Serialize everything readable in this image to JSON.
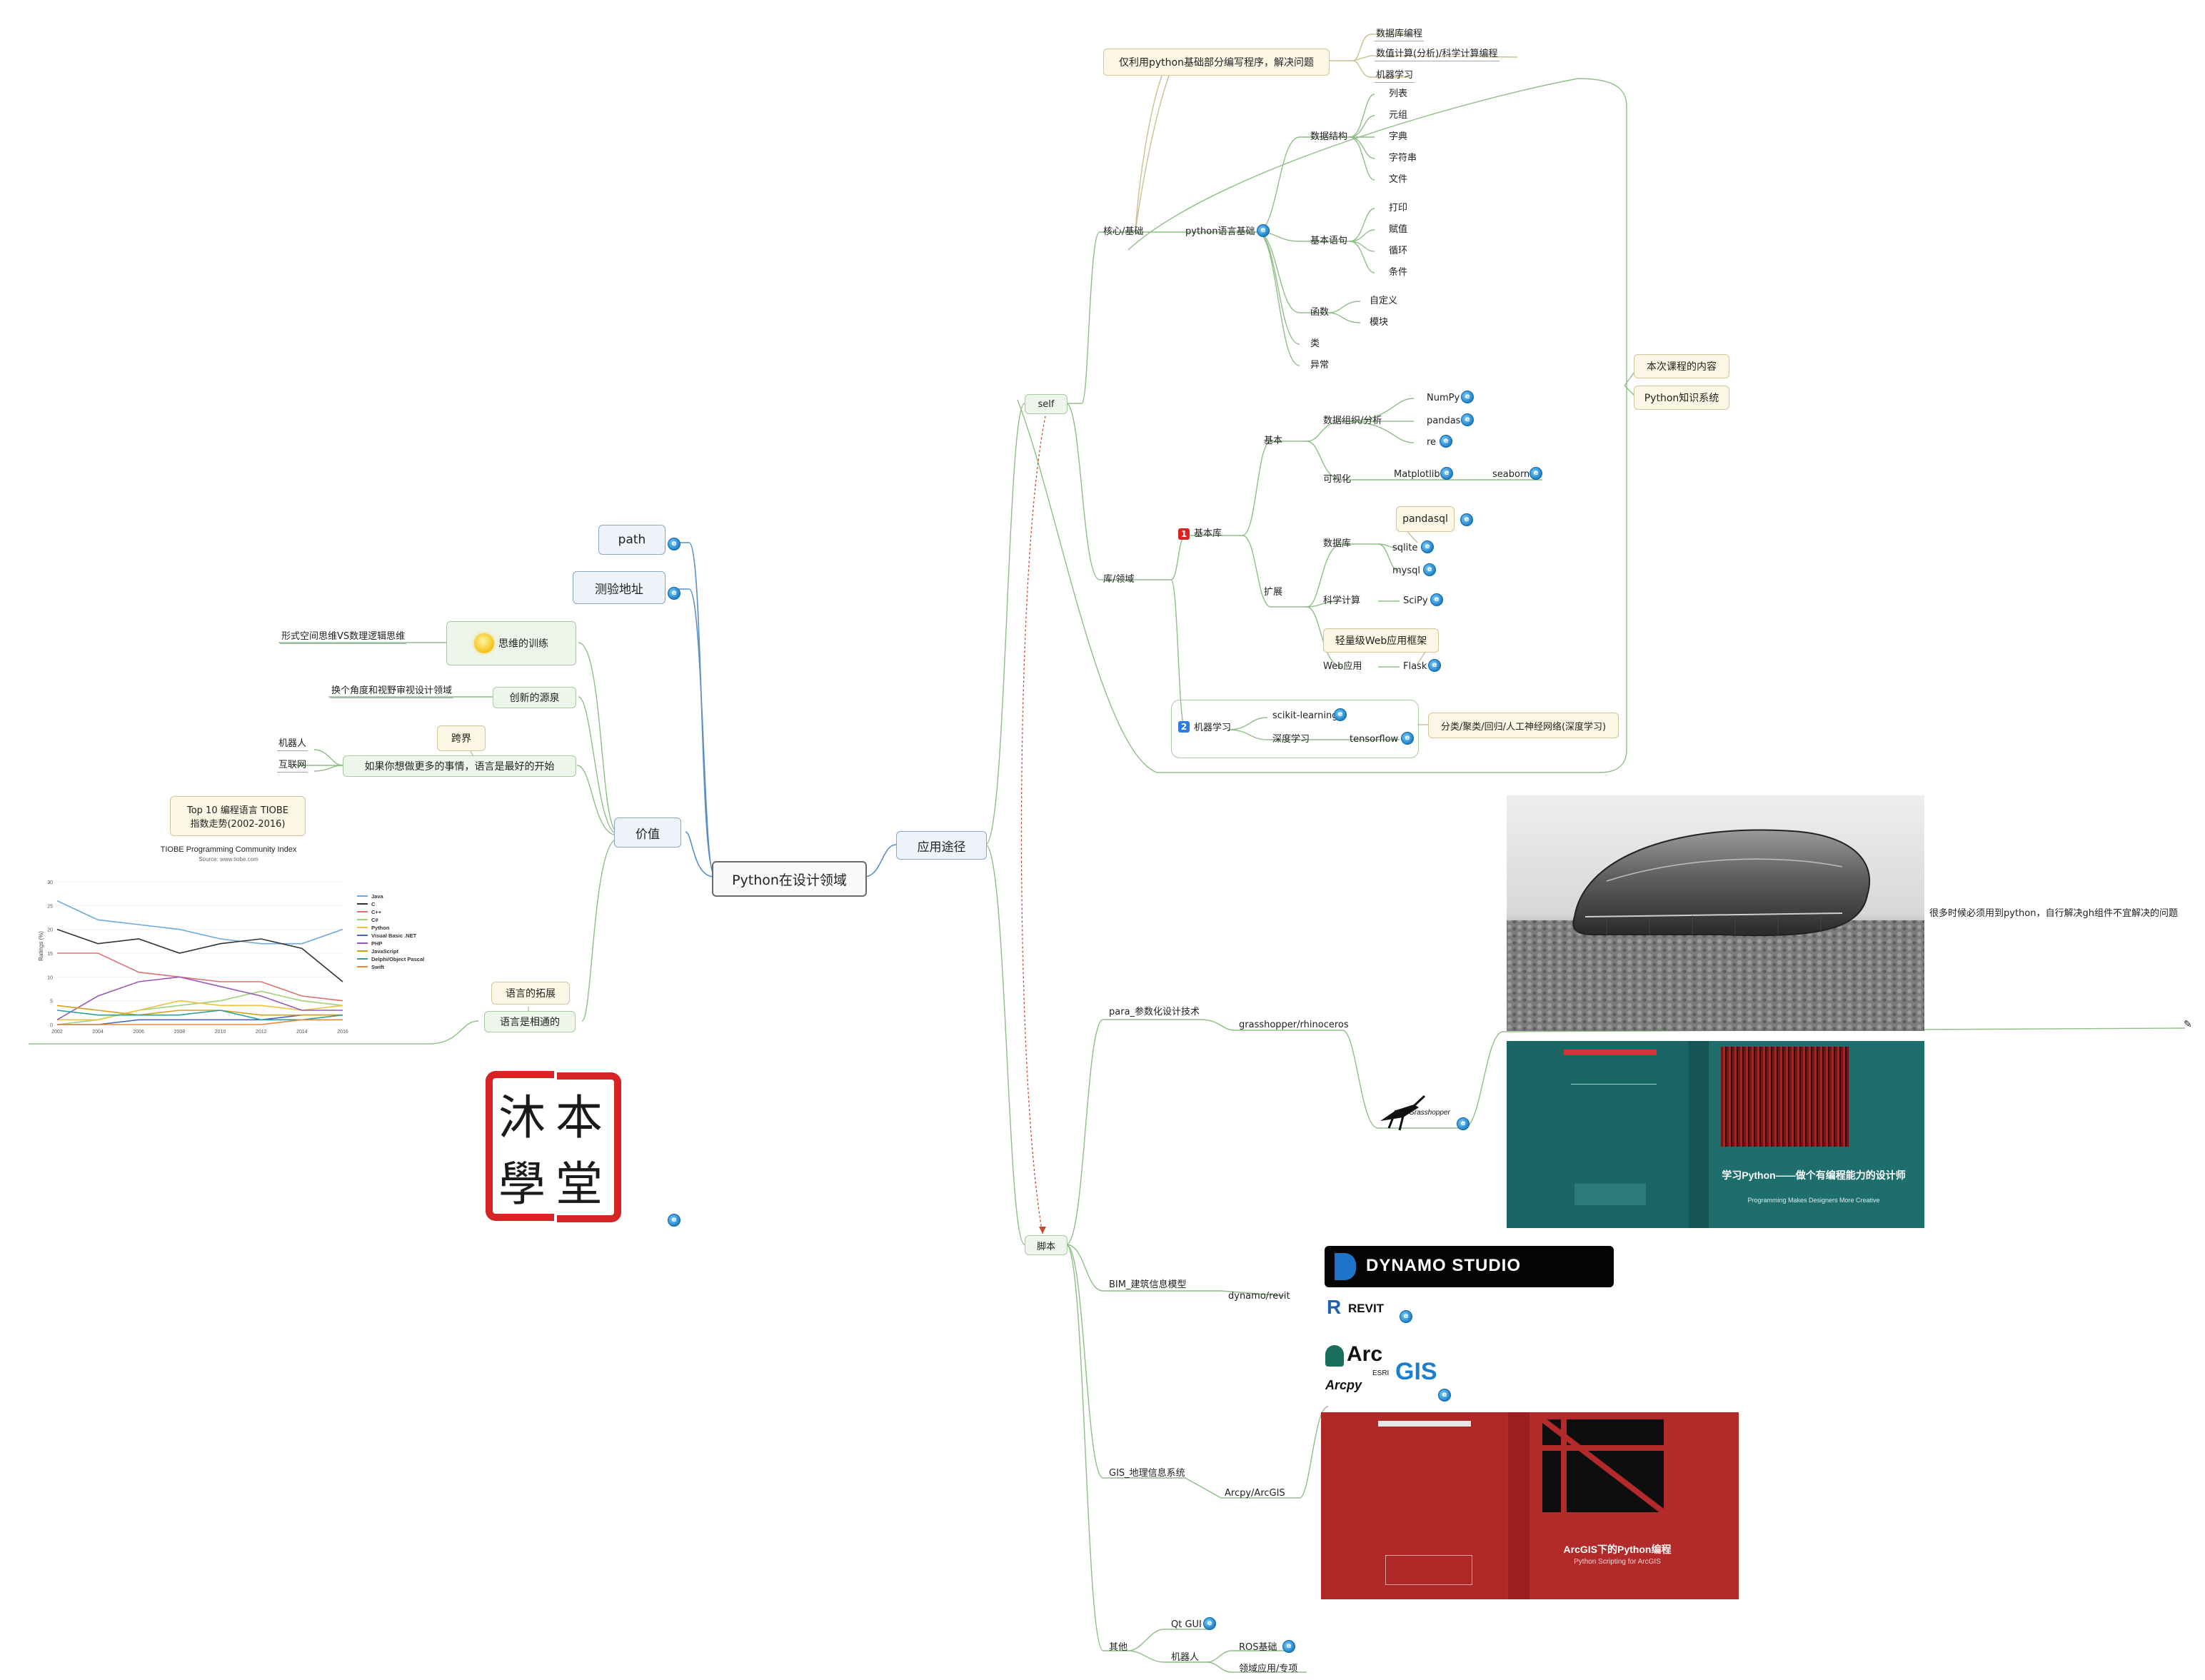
{
  "central": "Python在设计领域",
  "left": {
    "path": "path",
    "test_url": "测验地址",
    "value": "价值",
    "thinking_training": "思维的训练",
    "thinking_note": "形式空间思维VS数理逻辑思维",
    "innovation_source": "创新的源泉",
    "innovation_note": "换个角度和视野审视设计领域",
    "cross_domain": "跨界",
    "more_things": "如果你想做更多的事情，语言是最好的开始",
    "robot": "机器人",
    "internet": "互联网",
    "top10_note_line1": "Top 10 编程语言 TIOBE",
    "top10_note_line2": "指数走势(2002-2016)",
    "language_extension": "语言的拓展",
    "language_connected": "语言是相通的",
    "seal_chars": [
      "沐",
      "本",
      "學",
      "堂"
    ]
  },
  "chart_data": {
    "type": "line",
    "title": "TIOBE Programming Community Index",
    "subtitle": "Source: www.tiobe.com",
    "ylabel": "Ratings (%)",
    "x": [
      2002,
      2004,
      2006,
      2008,
      2010,
      2012,
      2014,
      2016
    ],
    "ylim": [
      0,
      30
    ],
    "yticks": [
      0,
      5,
      10,
      15,
      20,
      25,
      30
    ],
    "series": [
      {
        "name": "Java",
        "color": "#6fa8dc",
        "values": [
          26,
          22,
          21,
          20,
          18,
          17,
          17,
          20
        ]
      },
      {
        "name": "C",
        "color": "#333333",
        "values": [
          20,
          17,
          18,
          15,
          17,
          18,
          16,
          9
        ]
      },
      {
        "name": "C++",
        "color": "#e07070",
        "values": [
          15,
          15,
          11,
          10,
          9,
          9,
          6,
          5
        ]
      },
      {
        "name": "C#",
        "color": "#9fd37a",
        "values": [
          0,
          1,
          3,
          4,
          5,
          7,
          5,
          4
        ]
      },
      {
        "name": "Python",
        "color": "#f0c040",
        "values": [
          1,
          1,
          3,
          5,
          4,
          4,
          3,
          4
        ]
      },
      {
        "name": "Visual Basic .NET",
        "color": "#4a63c9",
        "values": [
          0,
          0,
          1,
          1,
          1,
          1,
          2,
          2
        ]
      },
      {
        "name": "PHP",
        "color": "#9b59b6",
        "values": [
          1,
          6,
          9,
          10,
          8,
          6,
          3,
          3
        ]
      },
      {
        "name": "JavaScript",
        "color": "#d4a017",
        "values": [
          4,
          3,
          2,
          3,
          3,
          2,
          2,
          2
        ]
      },
      {
        "name": "Delphi/Object Pascal",
        "color": "#2aa198",
        "values": [
          3,
          2,
          2,
          2,
          3,
          1,
          1,
          2
        ]
      },
      {
        "name": "Swift",
        "color": "#e98a3a",
        "values": [
          0,
          0,
          0,
          0,
          0,
          0,
          1,
          1
        ]
      }
    ]
  },
  "right": {
    "application": "应用途径",
    "self": "self",
    "scripts": "脚本",
    "core": "核心/基础",
    "only_basics_note": "仅利用python基础部分编写程序，解决问题",
    "db_programming": "数据库编程",
    "numeric": "数值计算(分析)/科学计算编程",
    "ml_top": "机器学习",
    "python_basics": "python语言基础",
    "data_structures": "数据结构",
    "ds_items": [
      "列表",
      "元组",
      "字典",
      "字符串",
      "文件"
    ],
    "basic_statements": "基本语句",
    "stmt_items": [
      "打印",
      "赋值",
      "循环",
      "条件"
    ],
    "functions": "函数",
    "fn_items": [
      "自定义",
      "模块"
    ],
    "class": "类",
    "exception": "异常",
    "course_content": "本次课程的内容",
    "python_system": "Python知识系统",
    "libs": "库/领域",
    "base_lib_num": "1",
    "base_lib": "基本库",
    "basic": "基本",
    "data_org": "数据组织/分析",
    "numpy": "NumPy",
    "pandas": "pandas",
    "re": "re",
    "visualization": "可视化",
    "matplotlib": "Matplotlib",
    "seaborn": "seaborn",
    "extend": "扩展",
    "database": "数据库",
    "pandasql": "pandasql",
    "sqlite": "sqlite",
    "mysql": "mysql",
    "sci_compute": "科学计算",
    "scipy": "SciPy",
    "web_note": "轻量级Web应用框架",
    "web_app": "Web应用",
    "flask": "Flask",
    "ml_num": "2",
    "ml": "机器学习",
    "sklearn": "scikit-learning",
    "deep_learning": "深度学习",
    "tensorflow": "tensorflow",
    "ml_note": "分类/聚类/回归/人工神经网络(深度学习)",
    "para": "para_参数化设计技术",
    "grasshopper_rhino": "grasshopper/rhinoceros",
    "gh_note": "很多时候必须用到python，自行解决gh组件不宜解决的问题",
    "grasshopper_logo": "Grasshopper",
    "book1_title": "学习Python——做个有编程能力的设计师",
    "book1_sub": "Programming Makes Designers More Creative",
    "bim": "BIM_建筑信息模型",
    "dynamo_revit": "dynamo/revit",
    "dynamo_logo": "DYNAMO STUDIO",
    "revit_logo": "REVIT",
    "gis": "GIS_地理信息系统",
    "arcpy_arcgis": "Arcpy/ArcGIS",
    "arcgis_logo_arc": "Arc",
    "arcgis_logo_gis": "GIS",
    "arcgis_logo_esri": "ESRI",
    "arcgis_logo_arcpy": "Arcpy",
    "book2_title": "ArcGIS下的Python编程",
    "book2_sub": "Python Scripting for ArcGIS",
    "others": "其他",
    "qt_gui": "Qt GUI",
    "robot": "机器人",
    "ros": "ROS基础",
    "domain_app": "领域应用/专项"
  },
  "colors": {
    "blue_line": "#5a8fc6",
    "green_line": "#8fbf87",
    "tan_line": "#cbbf91",
    "book1": "#1f6e6e",
    "book2": "#b22a2a",
    "seal": "#d62424"
  }
}
